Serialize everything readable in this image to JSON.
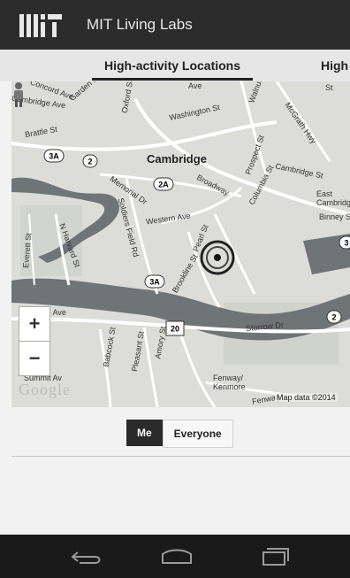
{
  "app": {
    "logo_text": "MIT",
    "title": "MIT Living Labs"
  },
  "tabs": [
    {
      "label": "High-activity Locations",
      "active": true
    },
    {
      "label": "High",
      "active": false
    }
  ],
  "map": {
    "labels": {
      "cambridge": "Cambridge",
      "washington": "Washington St",
      "brattle": "Brattle St",
      "concord": "Concord Ave",
      "garden": "Garden St",
      "oxford": "Oxford St",
      "ave": "Ave",
      "walnut": "Walnut",
      "st": "St",
      "mcgrath": "McGrath Hwy",
      "prospect": "Prospect St",
      "cambridge_st": "Cambridge St",
      "east_cambridge": "East Cambridge",
      "binney": "Binney St",
      "broadway": "Broadway",
      "columbia": "Columbia St",
      "memorial": "Memorial Dr",
      "soldiers": "Soldiers Field Rd",
      "western": "Western Ave",
      "everett": "Everett St",
      "nharvard": "N Harvard St",
      "pearl": "Pearl St",
      "brookline": "Brookline St",
      "cambridge_ave": "Cambridge Ave",
      "ton_ave": "ton Ave",
      "storrow": "Storrow Dr",
      "babcock": "Babcock St",
      "pleasant": "Pleasant St",
      "amory": "Amory St",
      "summit": "Summit Av",
      "fenway": "Fenway/ Kenmore",
      "fenway_st": "Fenway"
    },
    "shields": {
      "r3a_top": "3A",
      "r2_top": "2",
      "r2a": "2A",
      "r3a_mid": "3A",
      "r20": "20",
      "r2_right": "2",
      "r3_right": "3"
    },
    "zoom_in": "+",
    "zoom_out": "−",
    "google": "Google",
    "attribution": "Map data ©2014"
  },
  "toggle": {
    "me": "Me",
    "everyone": "Everyone"
  },
  "colors": {
    "appbar": "#2c2c2c",
    "river": "#6f7477",
    "road_major": "#ffffff"
  }
}
